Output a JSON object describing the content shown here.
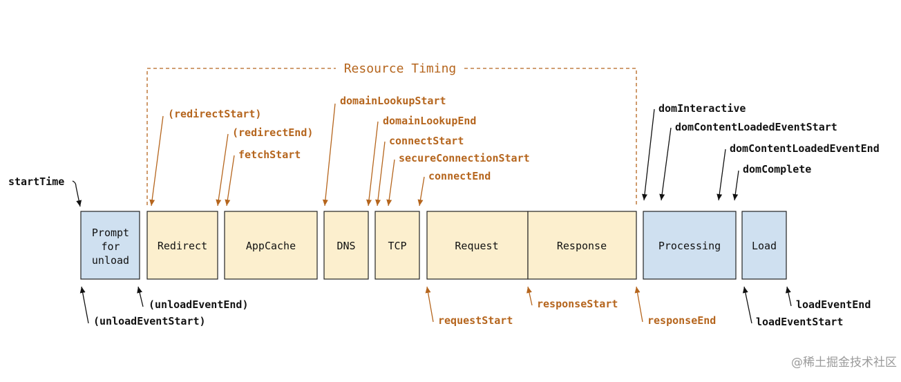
{
  "diagram": {
    "title": "Resource Timing",
    "colors": {
      "blue_box": "#cfe0f0",
      "yellow_box": "#fcefce",
      "orange_label": "#b5651d",
      "black_label": "#111111"
    },
    "boxes": {
      "prompt_line1": "Prompt",
      "prompt_line2": "for",
      "prompt_line3": "unload",
      "redirect": "Redirect",
      "appcache": "AppCache",
      "dns": "DNS",
      "tcp": "TCP",
      "request": "Request",
      "response": "Response",
      "processing": "Processing",
      "load": "Load"
    },
    "labels": {
      "start_time": "startTime",
      "redirect_start": "(redirectStart)",
      "redirect_end": "(redirectEnd)",
      "fetch_start": "fetchStart",
      "domain_lookup_start": "domainLookupStart",
      "domain_lookup_end": "domainLookupEnd",
      "connect_start": "connectStart",
      "secure_connection_start": "secureConnectionStart",
      "connect_end": "connectEnd",
      "dom_interactive": "domInteractive",
      "dom_content_loaded_event_start": "domContentLoadedEventStart",
      "dom_content_loaded_event_end": "domContentLoadedEventEnd",
      "dom_complete": "domComplete",
      "unload_event_end": "(unloadEventEnd)",
      "unload_event_start": "(unloadEventStart)",
      "request_start": "requestStart",
      "response_start": "responseStart",
      "response_end": "responseEnd",
      "load_event_end": "loadEventEnd",
      "load_event_start": "loadEventStart"
    },
    "watermark": "@稀土掘金技术社区"
  }
}
